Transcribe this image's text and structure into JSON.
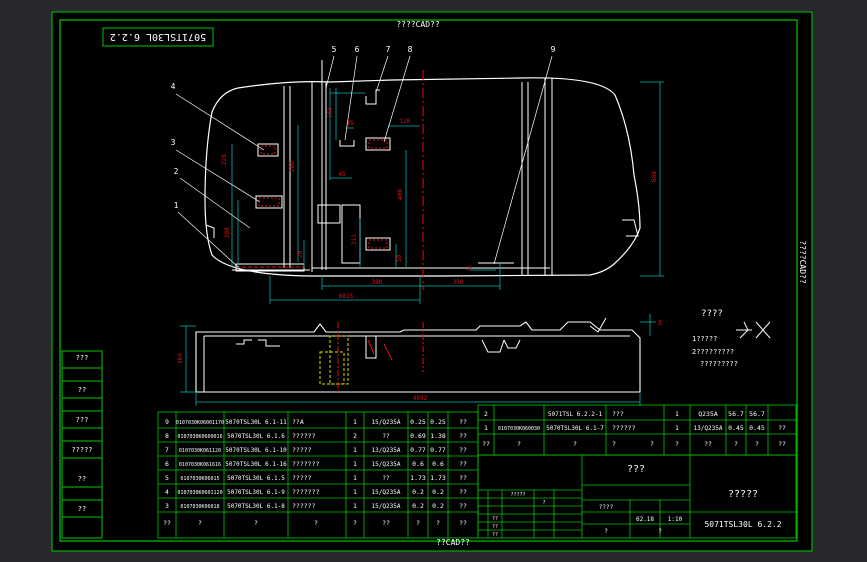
{
  "sheet": {
    "top_margin": "????CAD??",
    "right_margin": "????CAD??",
    "bottom_margin": "??CAD??",
    "code_box": "5071TSL30L 6.2.2"
  },
  "balloons": [
    "1",
    "2",
    "3",
    "4",
    "5",
    "6",
    "7",
    "8",
    "9"
  ],
  "dimensions": {
    "d_228": "228",
    "d_208": "208",
    "d_280": "280",
    "d_120": "120",
    "d_45": "45",
    "d_400": "400",
    "d_311": "311",
    "d_160": "160",
    "d_20": "20",
    "d_6815": "6815",
    "d_390": "390",
    "d_350": "350",
    "d_50": "50",
    "d_688": "688",
    "d_369": "369",
    "d_4992": "4992",
    "d_34": "34"
  },
  "notes": {
    "title": "????",
    "line1": "1?????",
    "line2": "2?????????",
    "line3": "?????????"
  },
  "bom_left": {
    "rows": [
      {
        "no": "9",
        "code": "0107030K06001170",
        "spec": "5070TSL30L 6.1-11",
        "name": "??A",
        "qty": "1",
        "mat": "15/Q235A",
        "w1": "0.25",
        "w2": "0.25",
        "note": "??"
      },
      {
        "no": "8",
        "code": "0107030K0609016",
        "spec": "5070TSL30L 6.1.6",
        "name": "??????",
        "qty": "2",
        "mat": "??",
        "w1": "0.69",
        "w2": "1.38",
        "note": "??"
      },
      {
        "no": "7",
        "code": "0107030K061120",
        "spec": "5070TSL30L 6.1-10",
        "name": "?????",
        "qty": "1",
        "mat": "13/Q235A",
        "w1": "0.77",
        "w2": "0.77",
        "note": "??"
      },
      {
        "no": "6",
        "code": "0107030K061616",
        "spec": "5070TSL30L 6.1-16",
        "name": "???????",
        "qty": "1",
        "mat": "15/Q235A",
        "w1": "0.6",
        "w2": "0.6",
        "note": "??"
      },
      {
        "no": "5",
        "code": "0107030K06015",
        "spec": "5070TSL30L 6.1.5",
        "name": "?????",
        "qty": "1",
        "mat": "??",
        "w1": "1.73",
        "w2": "1.73",
        "note": "??"
      },
      {
        "no": "4",
        "code": "0107030K0601120",
        "spec": "5070TSL30L 6.1-9",
        "name": "???????",
        "qty": "1",
        "mat": "15/Q235A",
        "w1": "0.2",
        "w2": "0.2",
        "note": "??"
      },
      {
        "no": "3",
        "code": "0107030K06018",
        "spec": "5070TSL30L 6.1-8",
        "name": "??????",
        "qty": "1",
        "mat": "15/Q235A",
        "w1": "0.2",
        "w2": "0.2",
        "note": "??"
      }
    ],
    "header": [
      "??",
      "?",
      "?",
      "?",
      "?",
      "??",
      "?",
      "?",
      "??"
    ]
  },
  "bom_right": {
    "rows": [
      {
        "no": "2",
        "code": "",
        "spec": "5071TSL 6.2.2-1",
        "name": "???",
        "qty": "1",
        "mat": "Q235A",
        "w1": "56.7",
        "w2": "56.7",
        "note": ""
      },
      {
        "no": "1",
        "code": "0107030K060030",
        "spec": "5070TSL30L 6.1-7",
        "name": "??????",
        "qty": "1",
        "mat": "13/Q235A",
        "w1": "0.45",
        "w2": "0.45",
        "note": "??"
      }
    ],
    "header": [
      "??",
      "?",
      "?",
      "?",
      "?",
      "?",
      "??",
      "?",
      "?",
      "??"
    ]
  },
  "title_block": {
    "part_name": "???",
    "drawing_title": "?????",
    "drawing_no": "5071TSL30L 6.2.2",
    "mass": "62.18",
    "scale": "1:10",
    "marks": [
      "????",
      "?",
      "?"
    ],
    "rev_labels": [
      "?",
      "?",
      "?????",
      "?",
      "??",
      "???",
      "??",
      "??",
      "??",
      "??",
      "???"
    ]
  },
  "colors": {
    "sheet": "#000000",
    "border": "#00c800",
    "geometry": "#ffffff",
    "dimension": "#00b4b4",
    "center_line": "#e01010",
    "hidden": "#e0e000",
    "background": "#26282c"
  }
}
